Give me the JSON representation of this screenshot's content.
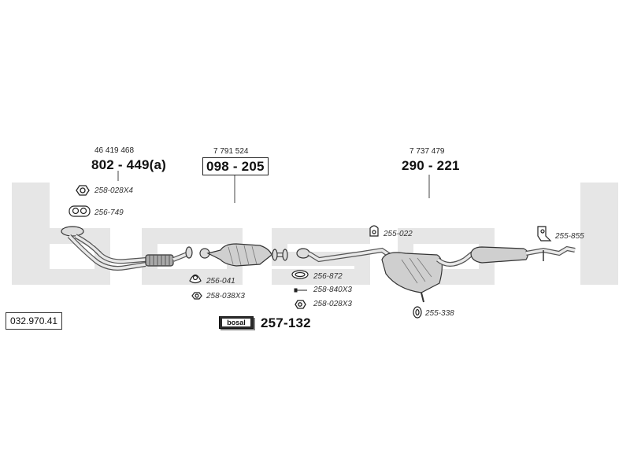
{
  "watermark": "bosal",
  "diagram_code": "032.970.41",
  "groups": {
    "front_pipe": {
      "oem": "46 419 468",
      "part": "802 - 449(a)"
    },
    "catalyst": {
      "oem": "7 791 524",
      "part": "098 - 205"
    },
    "rear_box": {
      "oem": "7 737 479",
      "part": "290 - 221"
    }
  },
  "fittings": {
    "f1": "258-028X4",
    "f2": "256-749",
    "f3": "256-041",
    "f4": "258-038X3",
    "f5": "255-022",
    "f6": "256-872",
    "f7": "258-840X3",
    "f8": "258-028X3",
    "f9": "255-338",
    "f10": "255-855"
  },
  "kit": {
    "brand": "bosal",
    "number": "257-132"
  }
}
